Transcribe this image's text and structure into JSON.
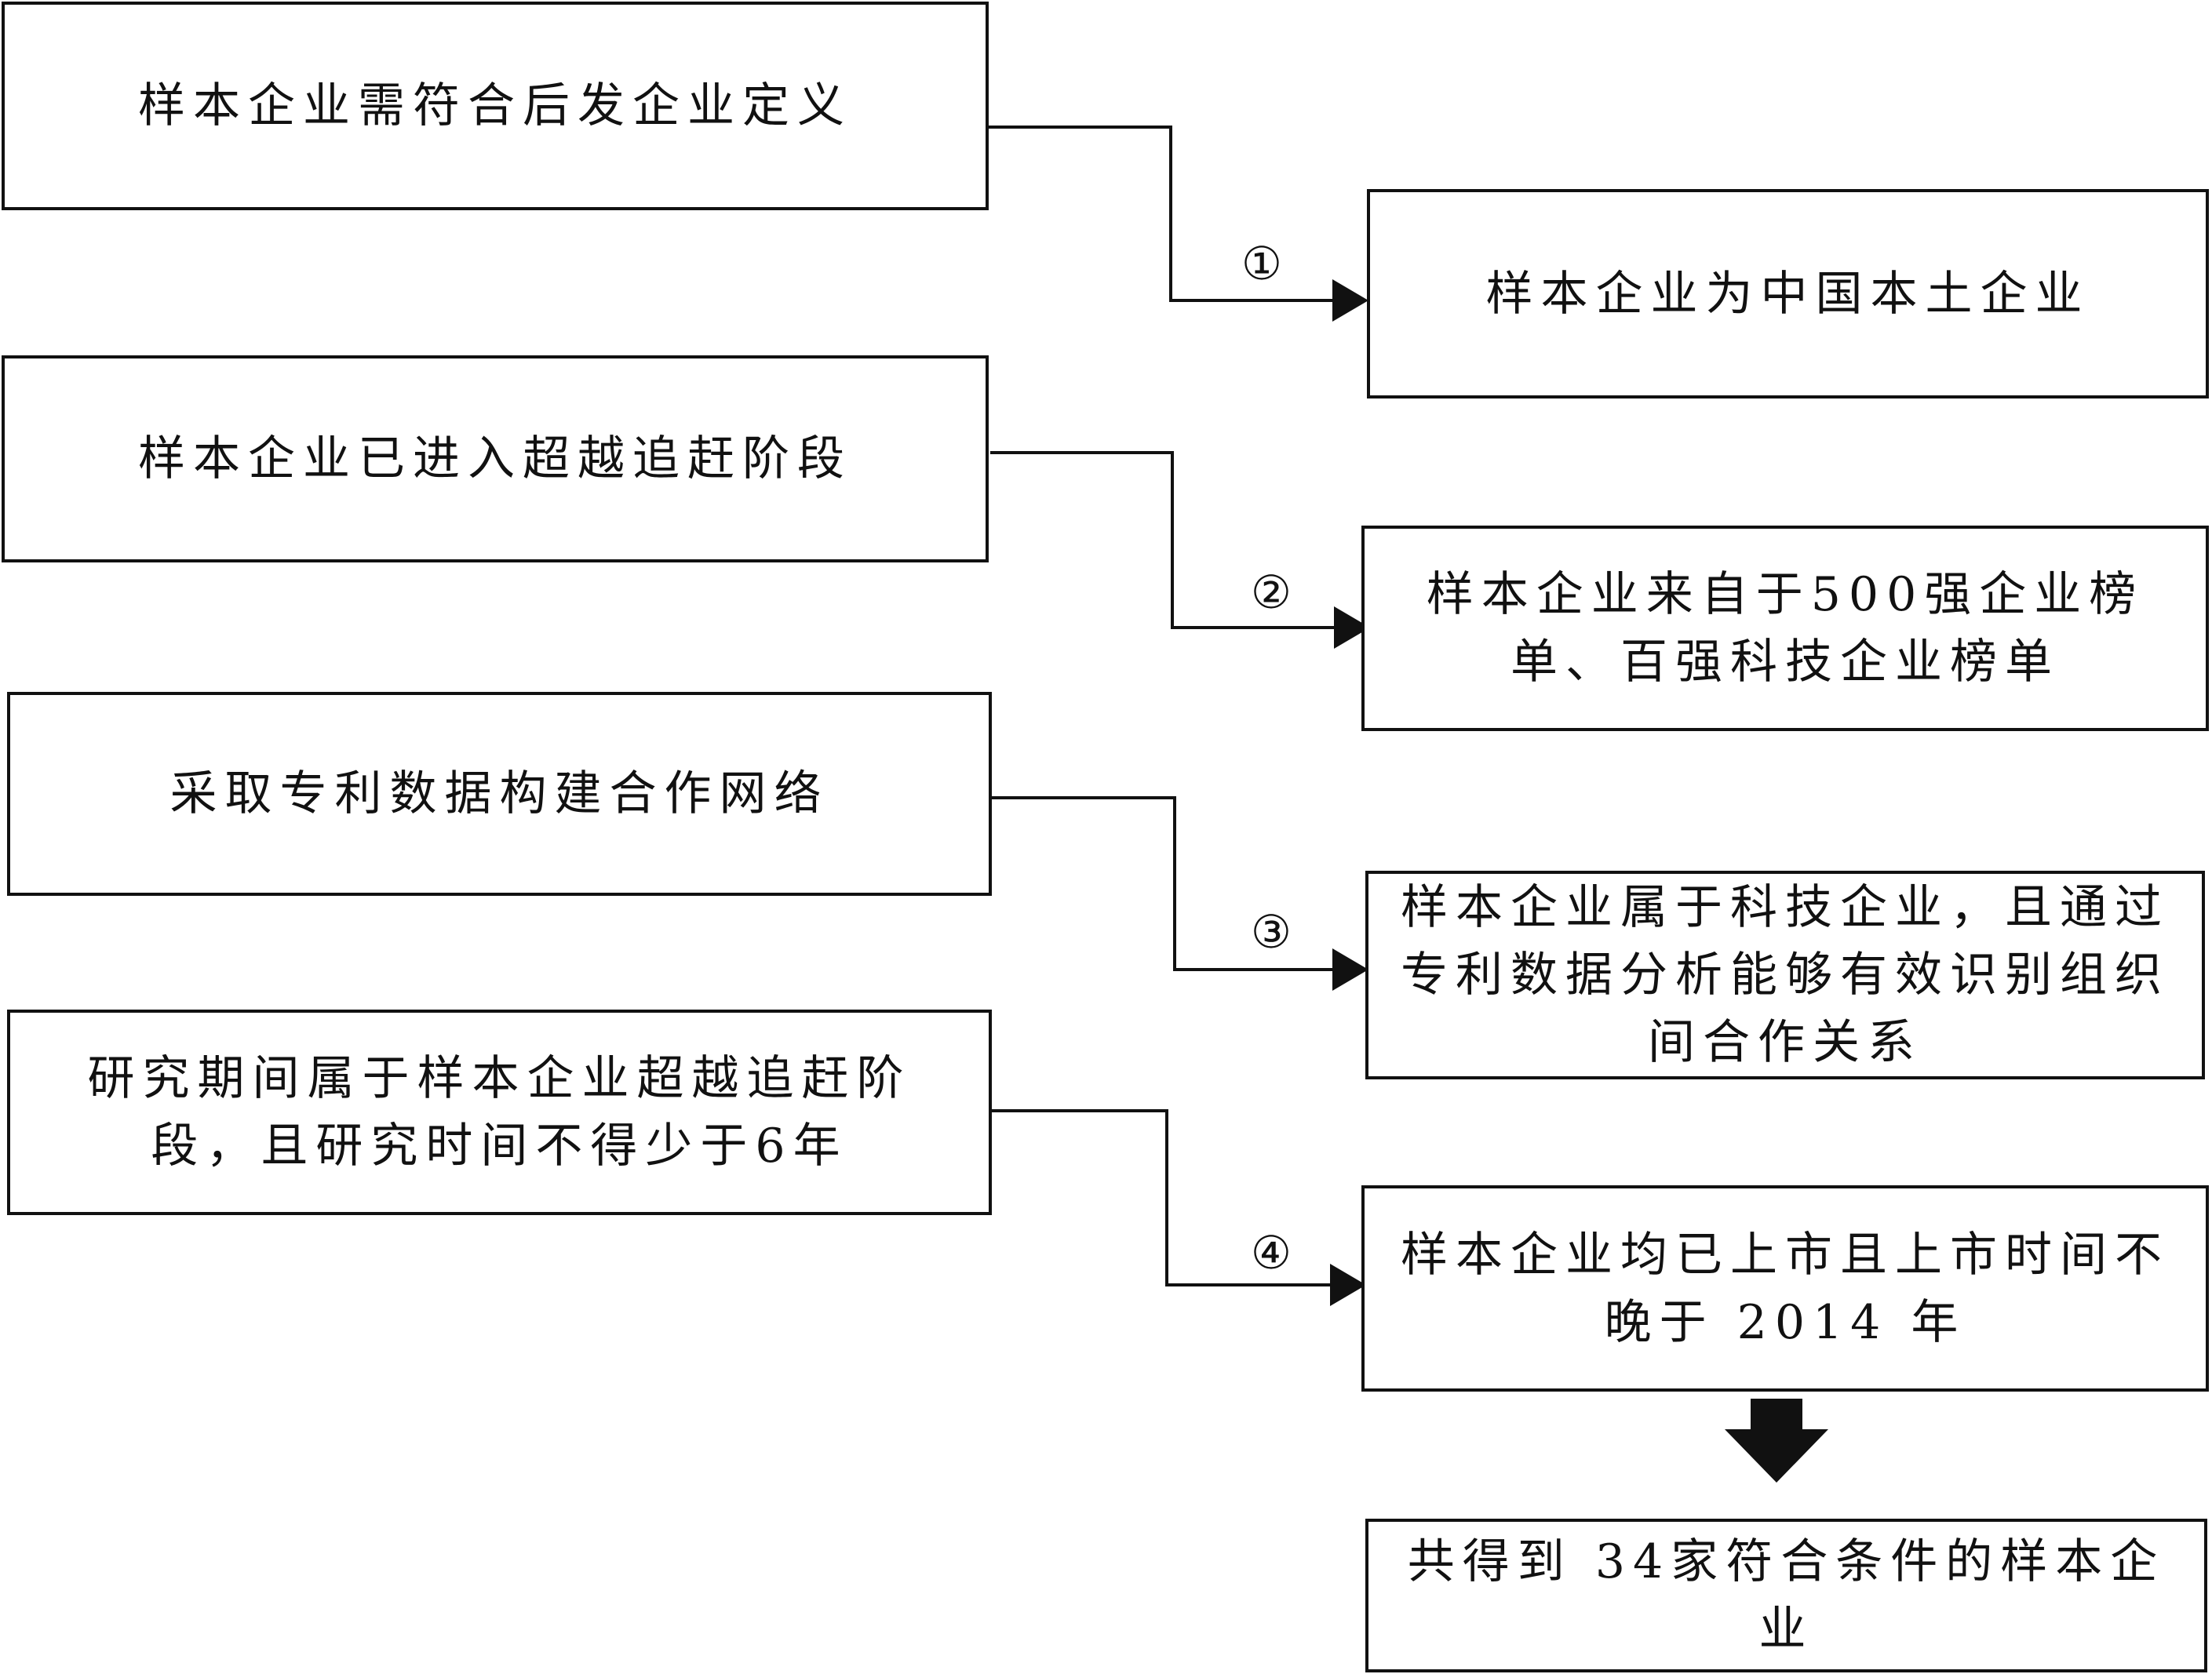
{
  "left_boxes": [
    {
      "lines": [
        "样本企业需符合后发企业定义"
      ]
    },
    {
      "lines": [
        "样本企业已进入超越追赶阶段"
      ]
    },
    {
      "lines": [
        "采取专利数据构建合作网络"
      ]
    },
    {
      "lines": [
        "研究期间属于样本企业超越追赶阶",
        "段，且研究时间不得少于6年"
      ]
    }
  ],
  "right_boxes": [
    {
      "lines": [
        "样本企业为中国本土企业"
      ]
    },
    {
      "lines": [
        "样本企业来自于500强企业榜",
        "单、百强科技企业榜单"
      ]
    },
    {
      "lines": [
        "样本企业属于科技企业，且通过",
        "专利数据分析能够有效识别组织",
        "间合作关系"
      ]
    },
    {
      "lines": [
        "样本企业均已上市且上市时间不",
        "晚于 2014 年"
      ]
    }
  ],
  "step_labels": [
    "①",
    "②",
    "③",
    "④"
  ],
  "result_box": {
    "text": "共得到 34家符合条件的样本企业"
  }
}
